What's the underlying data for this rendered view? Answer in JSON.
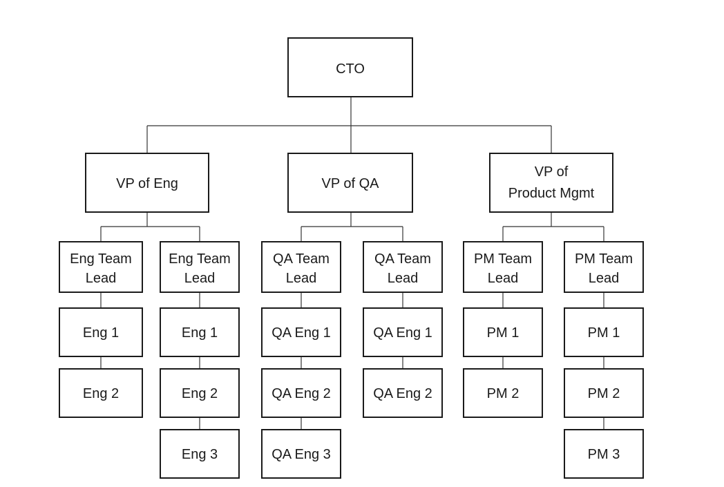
{
  "nodes": {
    "cto": "CTO",
    "vp_eng": "VP of Eng",
    "vp_qa": "VP of QA",
    "vp_pm": [
      "VP of",
      "Product Mgmt"
    ],
    "eng_lead_1": [
      "Eng Team",
      "Lead"
    ],
    "eng_lead_2": [
      "Eng Team",
      "Lead"
    ],
    "qa_lead_1": [
      "QA Team",
      "Lead"
    ],
    "qa_lead_2": [
      "QA Team",
      "Lead"
    ],
    "pm_lead_1": [
      "PM Team",
      "Lead"
    ],
    "pm_lead_2": [
      "PM Team",
      "Lead"
    ],
    "eng_1_1": "Eng 1",
    "eng_1_2": "Eng 2",
    "eng_2_1": "Eng 1",
    "eng_2_2": "Eng 2",
    "eng_2_3": "Eng 3",
    "qa_1_1": "QA Eng 1",
    "qa_1_2": "QA Eng 2",
    "qa_1_3": "QA Eng 3",
    "qa_2_1": "QA Eng 1",
    "qa_2_2": "QA Eng 2",
    "pm_1_1": "PM 1",
    "pm_1_2": "PM 2",
    "pm_2_1": "PM 1",
    "pm_2_2": "PM 2",
    "pm_2_3": "PM 3"
  }
}
